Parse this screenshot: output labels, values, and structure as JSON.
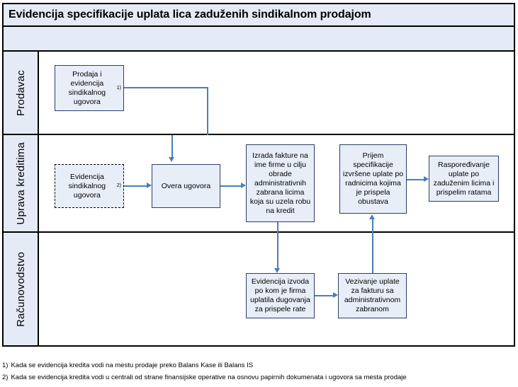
{
  "diagram": {
    "title": "Evidencija specifikacije uplata lica zaduženih sindikalnom prodajom",
    "type": "swimlane-flowchart",
    "colors": {
      "lane_header_fill": "#e5ebf6",
      "node_fill": "#e8eef8",
      "node_border": "#2c3e66",
      "connector": "#4a7ebb",
      "frame_border": "#000000"
    },
    "lanes": [
      {
        "id": "prodavac",
        "label": "Prodavac",
        "nodes": [
          {
            "id": "n1",
            "label": "Prodaja i evidencija sindikalnog ugovora",
            "footnote_ref": "1)",
            "style": "solid"
          }
        ]
      },
      {
        "id": "uprava-kreditima",
        "label": "Uprava kreditima",
        "nodes": [
          {
            "id": "n2",
            "label": "Evidencija sindikalnog ugovora",
            "footnote_ref": "2)",
            "style": "dashed"
          },
          {
            "id": "n3",
            "label": "Overa ugovora",
            "footnote_ref": "",
            "style": "solid"
          },
          {
            "id": "n4",
            "label": "Izrada fakture na ime firme u cilju obrade administrativnih zabrana licima koja su uzela robu na kredit",
            "footnote_ref": "",
            "style": "solid"
          },
          {
            "id": "n5",
            "label": "Prijem specifikacije izvršene uplate po radnicima kojima je prispela obustava",
            "footnote_ref": "",
            "style": "solid"
          },
          {
            "id": "n6",
            "label": "Raspoređivanje uplate po zaduženim licima i prispelim ratama",
            "footnote_ref": "",
            "style": "solid"
          }
        ]
      },
      {
        "id": "racunovodstvo",
        "label": "Računovodstvo",
        "nodes": [
          {
            "id": "n7",
            "label": "Evidencija izvoda po kom je firma uplatila dugovanja za prispele rate",
            "footnote_ref": "",
            "style": "solid"
          },
          {
            "id": "n8",
            "label": "Vezivanje uplate za fakturu sa administrativnom zabranom",
            "footnote_ref": "",
            "style": "solid"
          }
        ]
      }
    ],
    "connectors": [
      {
        "from": "n1",
        "to": "n3",
        "direction": "down"
      },
      {
        "from": "n2",
        "to": "n3",
        "direction": "right"
      },
      {
        "from": "n3",
        "to": "n4",
        "direction": "right"
      },
      {
        "from": "n4",
        "to": "n7",
        "direction": "down"
      },
      {
        "from": "n7",
        "to": "n8",
        "direction": "right"
      },
      {
        "from": "n8",
        "to": "n5",
        "direction": "up"
      },
      {
        "from": "n5",
        "to": "n6",
        "direction": "right"
      }
    ]
  },
  "footnotes": [
    {
      "marker": "1)",
      "text": "Kada se evidencija kredita vodi na mestu prodaje preko Balans Kase ili Balans IS"
    },
    {
      "marker": "2)",
      "text": "Kada se evidencija kredita vodi u centrali od strane finansijske operative na osnovu papirnih dokumenata i ugovora sa mesta prodaje"
    }
  ]
}
